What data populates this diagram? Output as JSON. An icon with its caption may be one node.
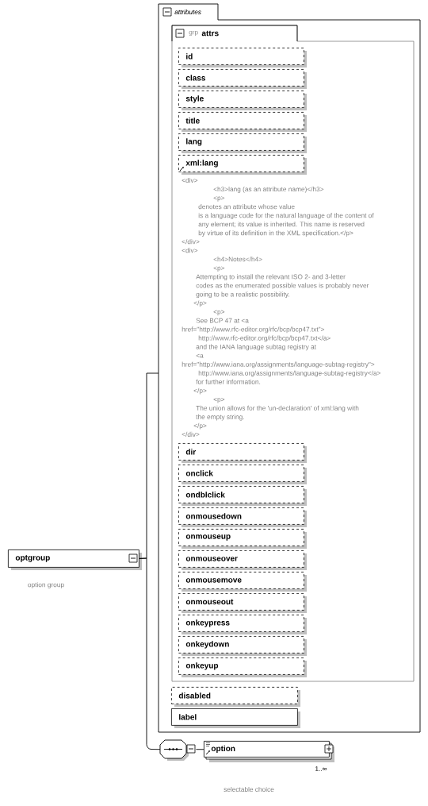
{
  "diagram": {
    "nodes": [
      {
        "text": [
          "optgroup"
        ],
        "beside": [
          "option group"
        ]
      },
      {
        "text": [
          "attributes"
        ]
      },
      {
        "text": [
          "grp",
          "attrs"
        ],
        "in": 1
      },
      {
        "text": [
          "id"
        ],
        "in": 2
      },
      {
        "text": [
          "class"
        ],
        "in": 2
      },
      {
        "text": [
          "style"
        ],
        "in": 2
      },
      {
        "text": [
          "title"
        ],
        "in": 2
      },
      {
        "text": [
          "lang"
        ],
        "in": 2
      },
      {
        "text": [
          "xml:lang"
        ],
        "in": 2,
        "beside": [
          "<div>",
          "<h3>lang (as an attribute name)</h3>",
          "<p>",
          "denotes an attribute whose value",
          "is a language code for the natural language of the content of",
          "any element; its value is inherited.  This name is reserved",
          "by virtue of its definition in the XML specification.</p>",
          "</div>",
          "<div>",
          "<h4>Notes</h4>",
          "<p>",
          "Attempting to install the relevant ISO 2- and 3-letter",
          "codes as the enumerated possible values is probably never",
          "going to be a realistic possibility.",
          "</p>",
          "<p>",
          "See BCP 47 at <a",
          "href=\"http://www.rfc-editor.org/rfc/bcp/bcp47.txt\">",
          "http://www.rfc-editor.org/rfc/bcp/bcp47.txt</a>",
          "and the IANA language subtag registry at",
          "<a",
          "href=\"http://www.iana.org/assignments/language-subtag-registry\">",
          "http://www.iana.org/assignments/language-subtag-registry</a>",
          "for further information.",
          "</p>",
          "<p>",
          "The union allows for the 'un-declaration' of xml:lang with",
          "the empty string.",
          "</p>",
          "</div>"
        ]
      },
      {
        "text": [
          "dir"
        ],
        "in": 2
      },
      {
        "text": [
          "onclick"
        ],
        "in": 2
      },
      {
        "text": [
          "ondblclick"
        ],
        "in": 2
      },
      {
        "text": [
          "onmousedown"
        ],
        "in": 2
      },
      {
        "text": [
          "onmouseup"
        ],
        "in": 2
      },
      {
        "text": [
          "onmouseover"
        ],
        "in": 2
      },
      {
        "text": [
          "onmousemove"
        ],
        "in": 2
      },
      {
        "text": [
          "onmouseout"
        ],
        "in": 2
      },
      {
        "text": [
          "onkeypress"
        ],
        "in": 2
      },
      {
        "text": [
          "onkeydown"
        ],
        "in": 2
      },
      {
        "text": [
          "onkeyup"
        ],
        "in": 2
      },
      {
        "text": [
          "disabled"
        ],
        "in": 1
      },
      {
        "text": [
          "label"
        ],
        "in": 1
      },
      {
        "text": [],
        "shape": "octagon"
      },
      {
        "text": [
          "option"
        ],
        "beside": [
          "1..∞"
        ]
      }
    ],
    "labels": [
      "selectable choice"
    ],
    "edges": [
      {
        "from": 0,
        "to": 1,
        "arrow": "none"
      },
      {
        "from": 0,
        "to": 22,
        "arrow": "none"
      },
      {
        "from": 22,
        "to": 23,
        "arrow": "none"
      }
    ]
  }
}
